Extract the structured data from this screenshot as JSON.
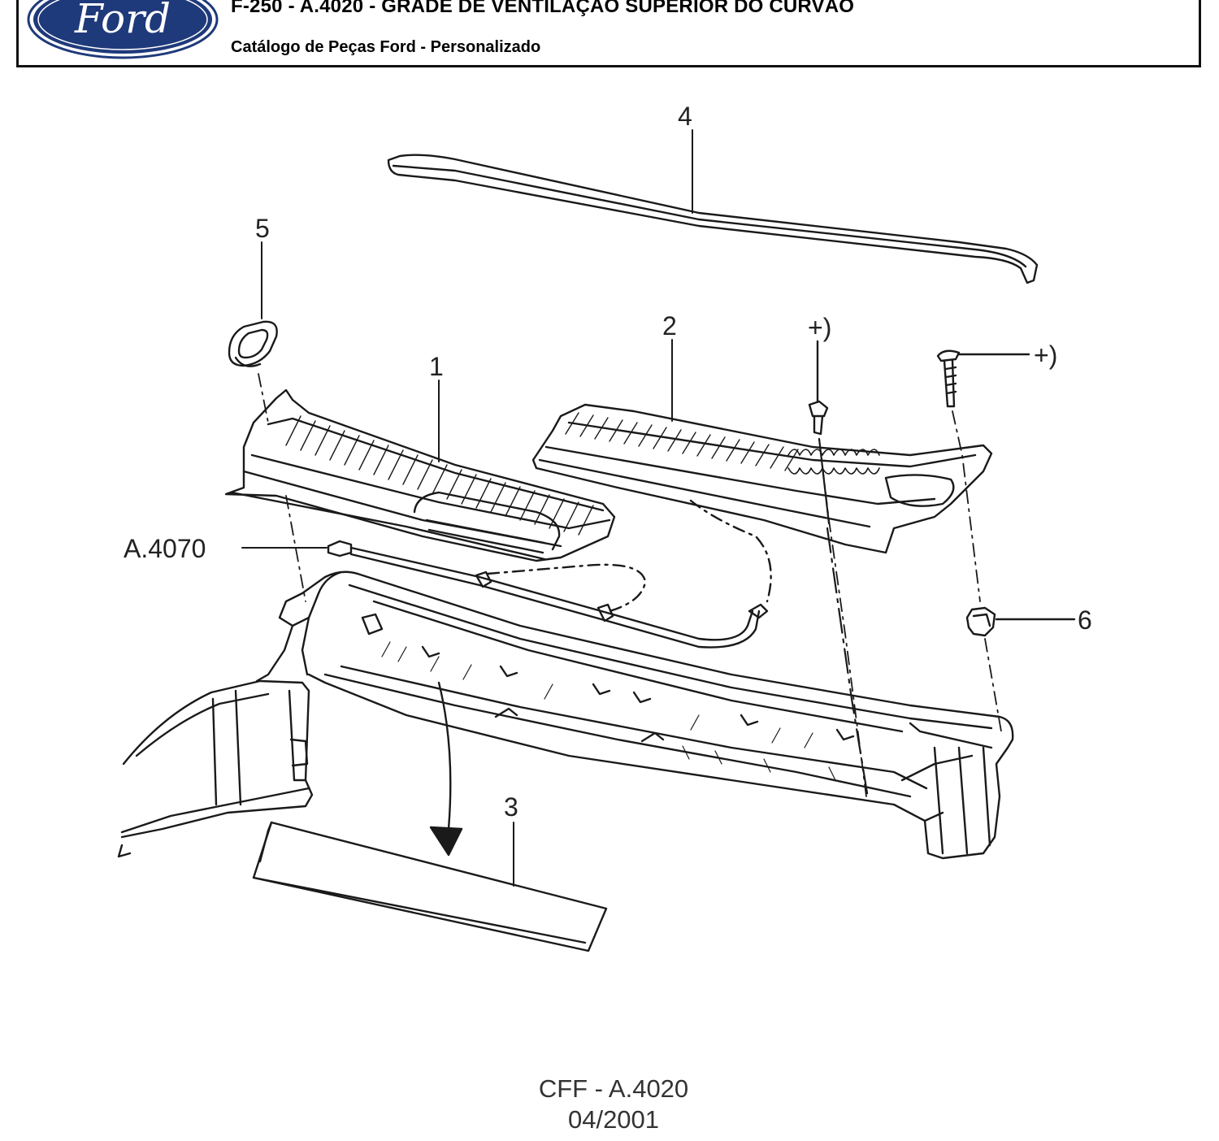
{
  "header": {
    "logo_text": "Ford",
    "title": "F-250 - A.4020 - GRADE DE VENTILAÇÃO SUPERIOR DO CURVÃO",
    "subtitle": "Catálogo de Peças Ford - Personalizado"
  },
  "callouts": {
    "part_1": "1",
    "part_2": "2",
    "part_3": "3",
    "part_4": "4",
    "part_5": "5",
    "part_6": "6",
    "ref_a4070": "A.4070",
    "screw_note_1": "+)",
    "screw_note_2": "+)"
  },
  "footer": {
    "code": "CFF - A.4020",
    "date": "04/2001"
  },
  "colors": {
    "logo_blue": "#1f3a7a",
    "line": "#1a1a1a"
  }
}
